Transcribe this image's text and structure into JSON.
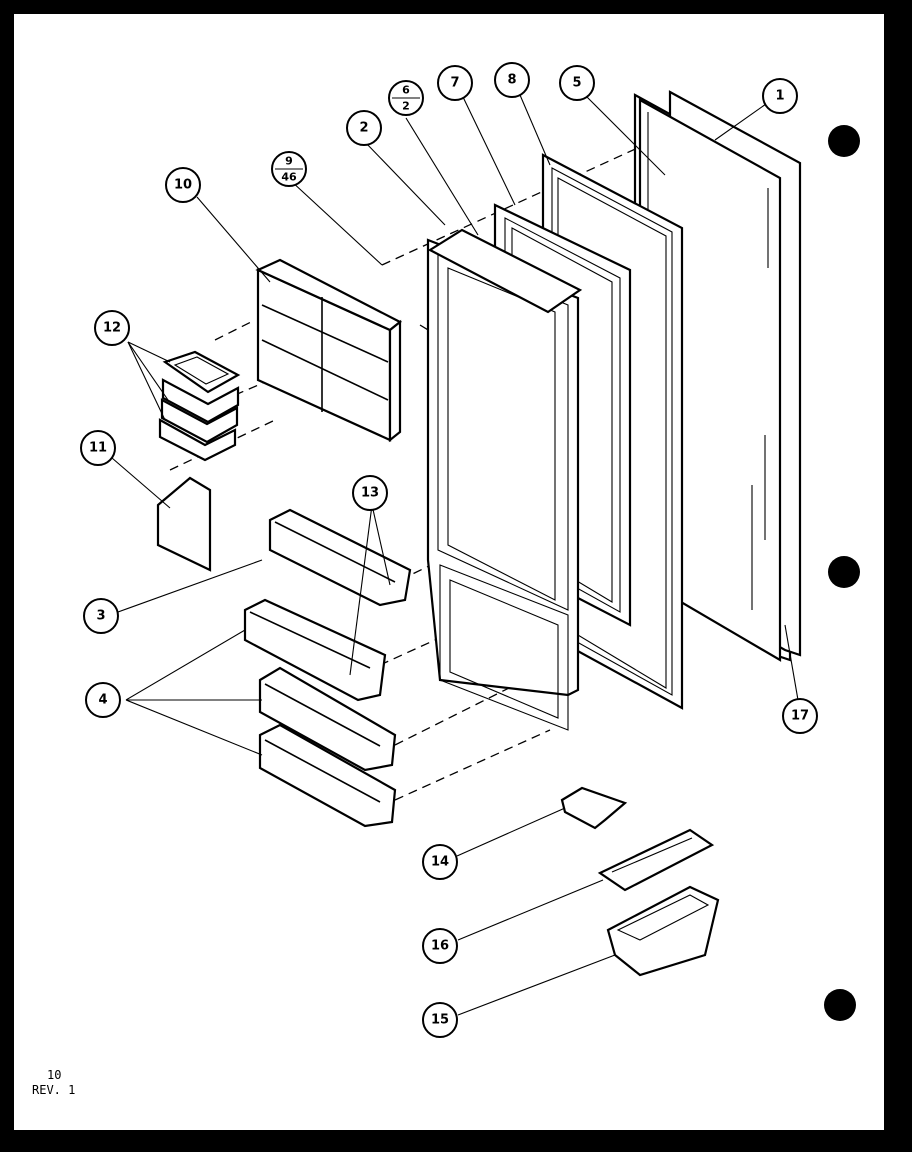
{
  "diagram": {
    "callouts": [
      "1",
      "2",
      "3",
      "4",
      "5",
      "7",
      "8",
      "10",
      "11",
      "12",
      "13",
      "14",
      "15",
      "16",
      "17"
    ],
    "fraction_callouts": [
      {
        "top": "6",
        "bottom": "2"
      },
      {
        "top": "9",
        "bottom": "46"
      }
    ]
  },
  "footer": {
    "page": "10",
    "revision": "REV. 1"
  }
}
